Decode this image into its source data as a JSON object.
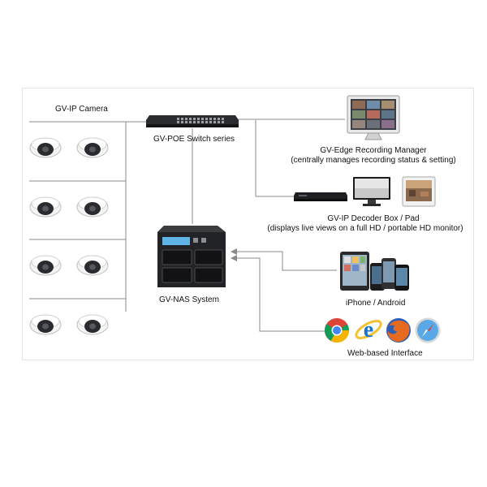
{
  "labels": {
    "camera": "GV-IP Camera",
    "switch": "GV-POE Switch series",
    "nas": "GV-NAS System",
    "edge_title": "GV-Edge Recording Manager",
    "edge_desc": "(centrally manages recording status & setting)",
    "decoder_title": "GV-IP Decoder Box / Pad",
    "decoder_desc": "(displays live views on a full HD / portable HD monitor)",
    "mobile": "iPhone / Android",
    "web": "Web-based Interface"
  },
  "icons": {
    "camera": "dome-camera-icon",
    "switch": "poe-switch-icon",
    "nas": "nas-server-icon",
    "edge": "desktop-monitor-icon",
    "decoder": "decoder-box-icon",
    "mobile": "smartphone-icon",
    "chrome": "chrome-browser-icon",
    "ie": "internet-explorer-icon",
    "firefox": "firefox-browser-icon",
    "safari": "safari-browser-icon"
  },
  "colors": {
    "wire": "#8a8a8a",
    "device_dark": "#1e1f22",
    "nas_display": "#5fb4e6"
  }
}
